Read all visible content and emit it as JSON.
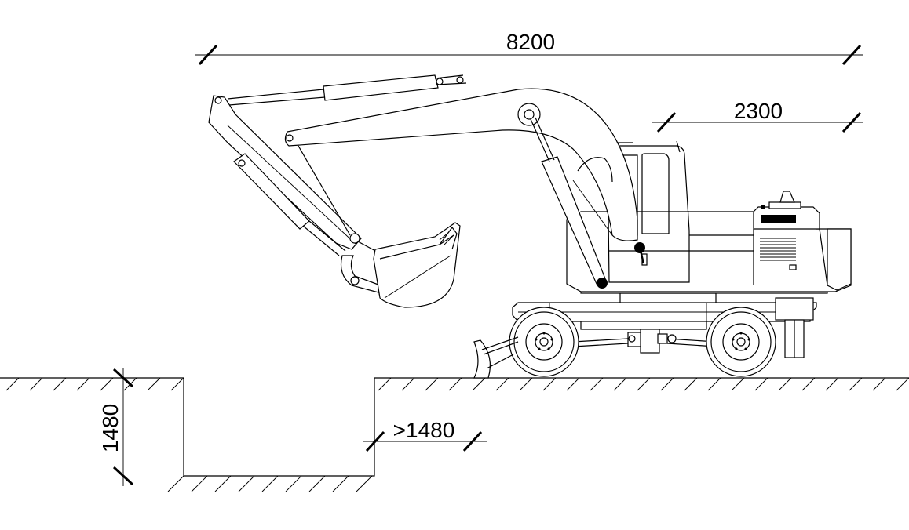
{
  "dimensions": {
    "overall_length": "8200",
    "tail_length": "2300",
    "trench_depth": "1480",
    "setback_distance": ">1480"
  }
}
